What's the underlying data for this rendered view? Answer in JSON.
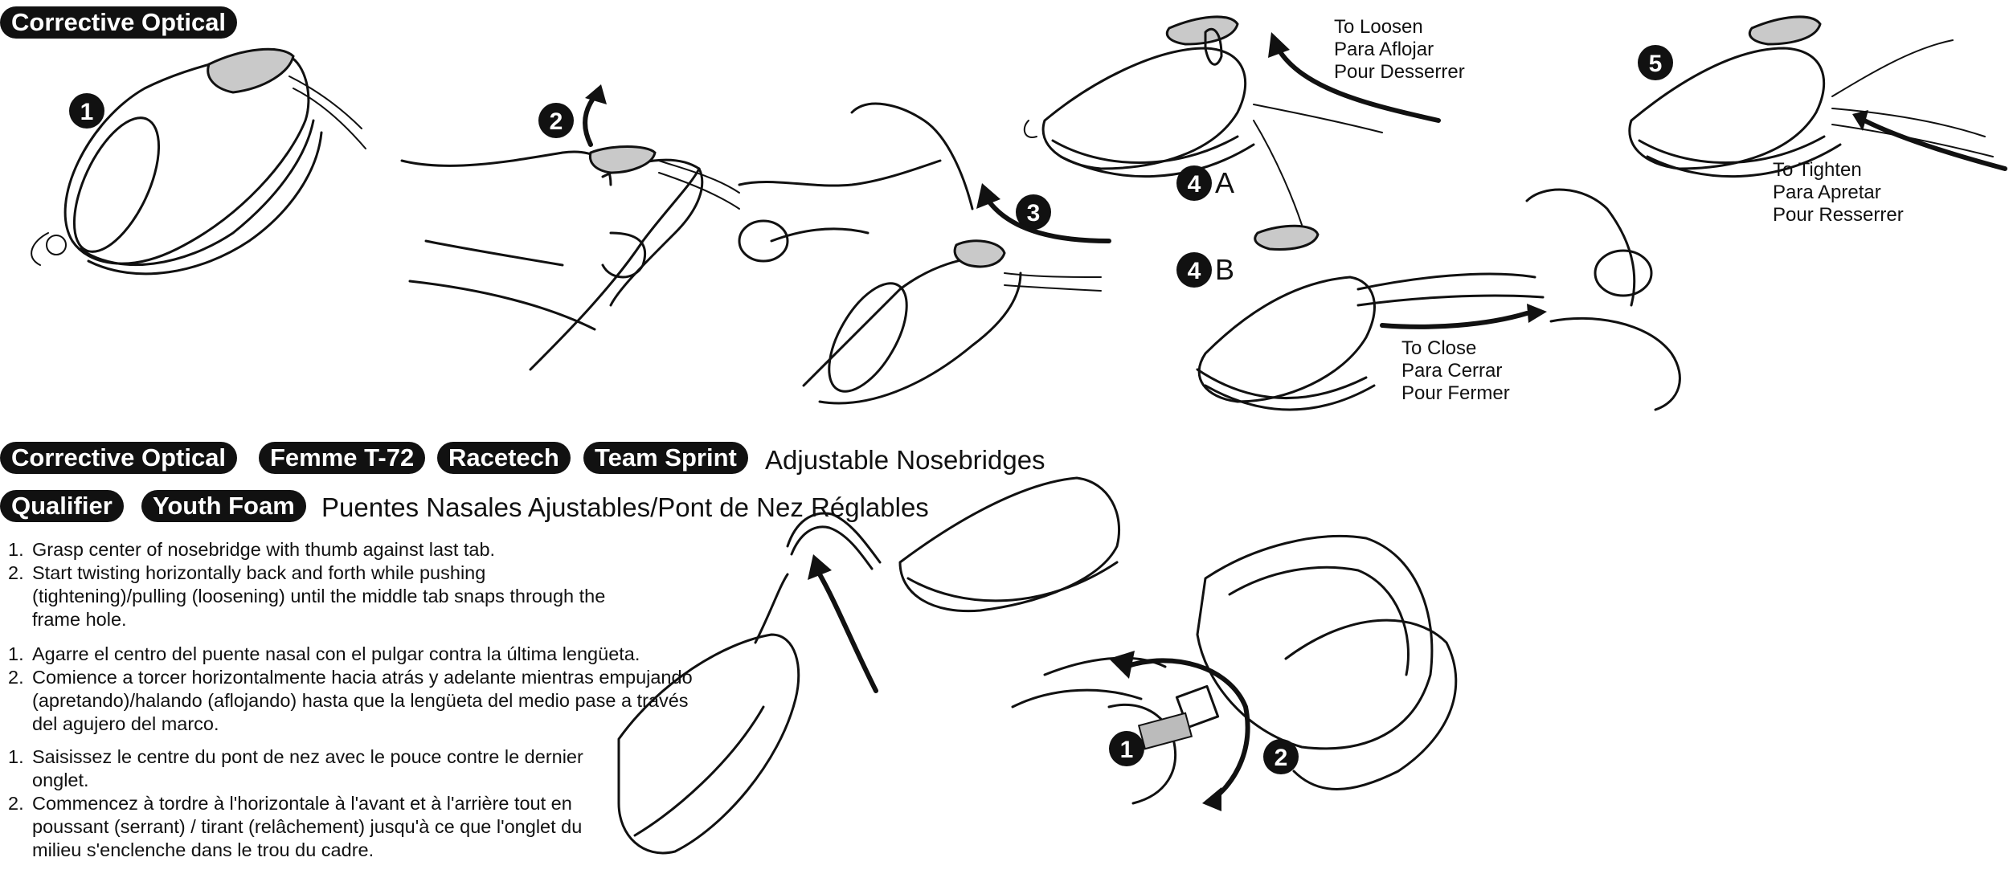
{
  "top": {
    "tag": "Corrective Optical",
    "loosen": "To Loosen\nPara Aflojar\nPour Desserrer",
    "tighten": "To Tighten\nPara Apretar\nPour Resserrer",
    "close": "To Close\nPara Cerrar\nPour Fermer"
  },
  "steps_badges": {
    "s1": "1",
    "s2": "2",
    "s3": "3",
    "s4": "4",
    "s5": "5",
    "a": "A",
    "b": "B"
  },
  "bottom": {
    "tags_row1": [
      "Corrective Optical",
      "Femme T-72",
      "Racetech",
      "Team Sprint"
    ],
    "heading1": "Adjustable Nosebridges",
    "tags_row2": [
      "Qualifier",
      "Youth Foam"
    ],
    "heading2": "Puentes Nasales Ajustables/Pont de Nez Réglables",
    "english": [
      {
        "n": "1.",
        "text": "Grasp center of nosebridge with thumb against last tab."
      },
      {
        "n": "2.",
        "text": "Start twisting horizontally back and forth while pushing (tightening)/pulling (loosening) until the middle tab snaps through the frame hole."
      }
    ],
    "spanish": [
      {
        "n": "1.",
        "text": "Agarre el centro del puente nasal con el pulgar contra la última lengüeta."
      },
      {
        "n": "2.",
        "text": "Comience a torcer horizontalmente hacia atrás y adelante mientras empujando (apretando)/halando (aflojando) hasta que la lengüeta del medio pase a través del agujero del marco."
      }
    ],
    "french": [
      {
        "n": "1.",
        "text": "Saisissez le centre du pont de nez avec le pouce contre le dernier onglet."
      },
      {
        "n": "2.",
        "text": "Commencez à tordre à l'horizontale à l'avant et à l'arrière tout en poussant (serrant) / tirant (relâchement) jusqu'à ce que l'onglet du milieu s'enclenche dans le trou du cadre."
      }
    ],
    "fig_badge1": "1",
    "fig_badge2": "2"
  }
}
